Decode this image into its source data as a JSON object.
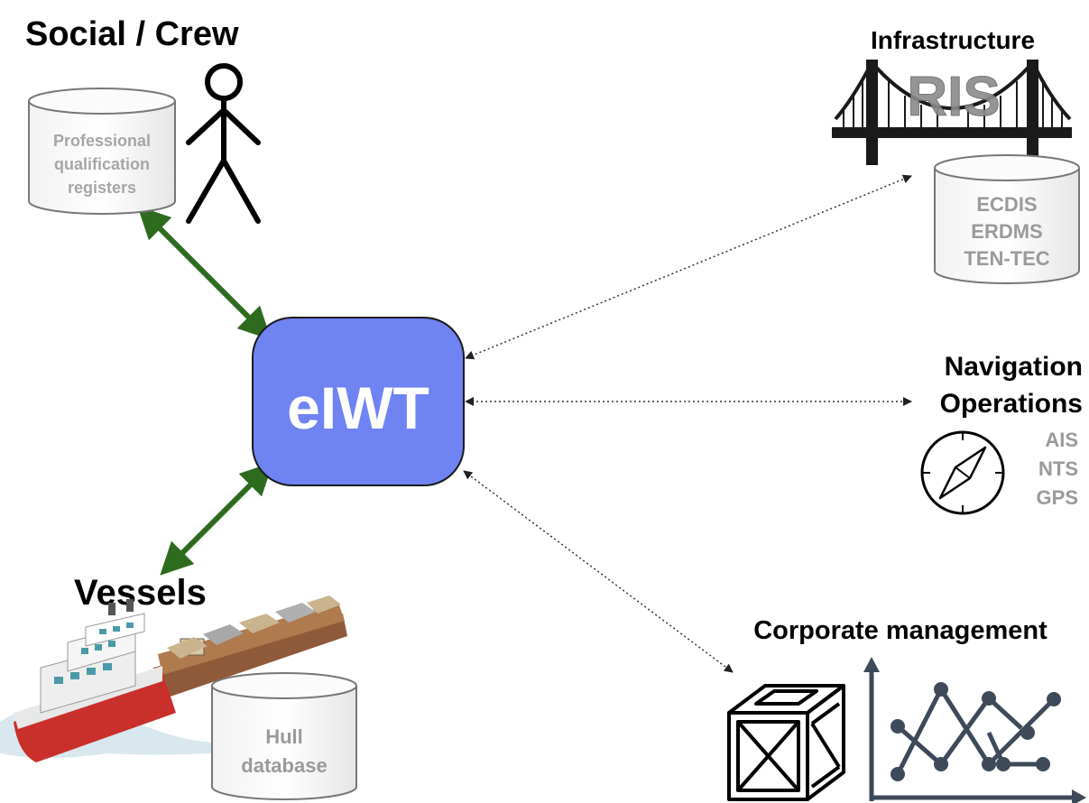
{
  "hub": {
    "label": "eIWT"
  },
  "social": {
    "title": "Social / Crew",
    "database_lines": [
      "Professional",
      "qualification",
      "registers"
    ]
  },
  "infrastructure": {
    "title": "Infrastructure",
    "logo_text": "RIS",
    "database_lines": [
      "ECDIS",
      "ERDMS",
      "TEN-TEC"
    ]
  },
  "navigation": {
    "title_lines": [
      "Navigation",
      "Operations"
    ],
    "systems": [
      "AIS",
      "NTS",
      "GPS"
    ]
  },
  "vessels": {
    "title": "Vessels",
    "database_lines": [
      "Hull",
      "database"
    ]
  },
  "corporate": {
    "title": "Corporate management"
  },
  "colors": {
    "hub_fill": "#6f83f2",
    "hub_stroke": "#1a1a1a",
    "strong_link": "#2e6b1e",
    "weak_link": "#333333",
    "db_text": "#a6a6a6",
    "chart_line": "#3e4a59"
  }
}
